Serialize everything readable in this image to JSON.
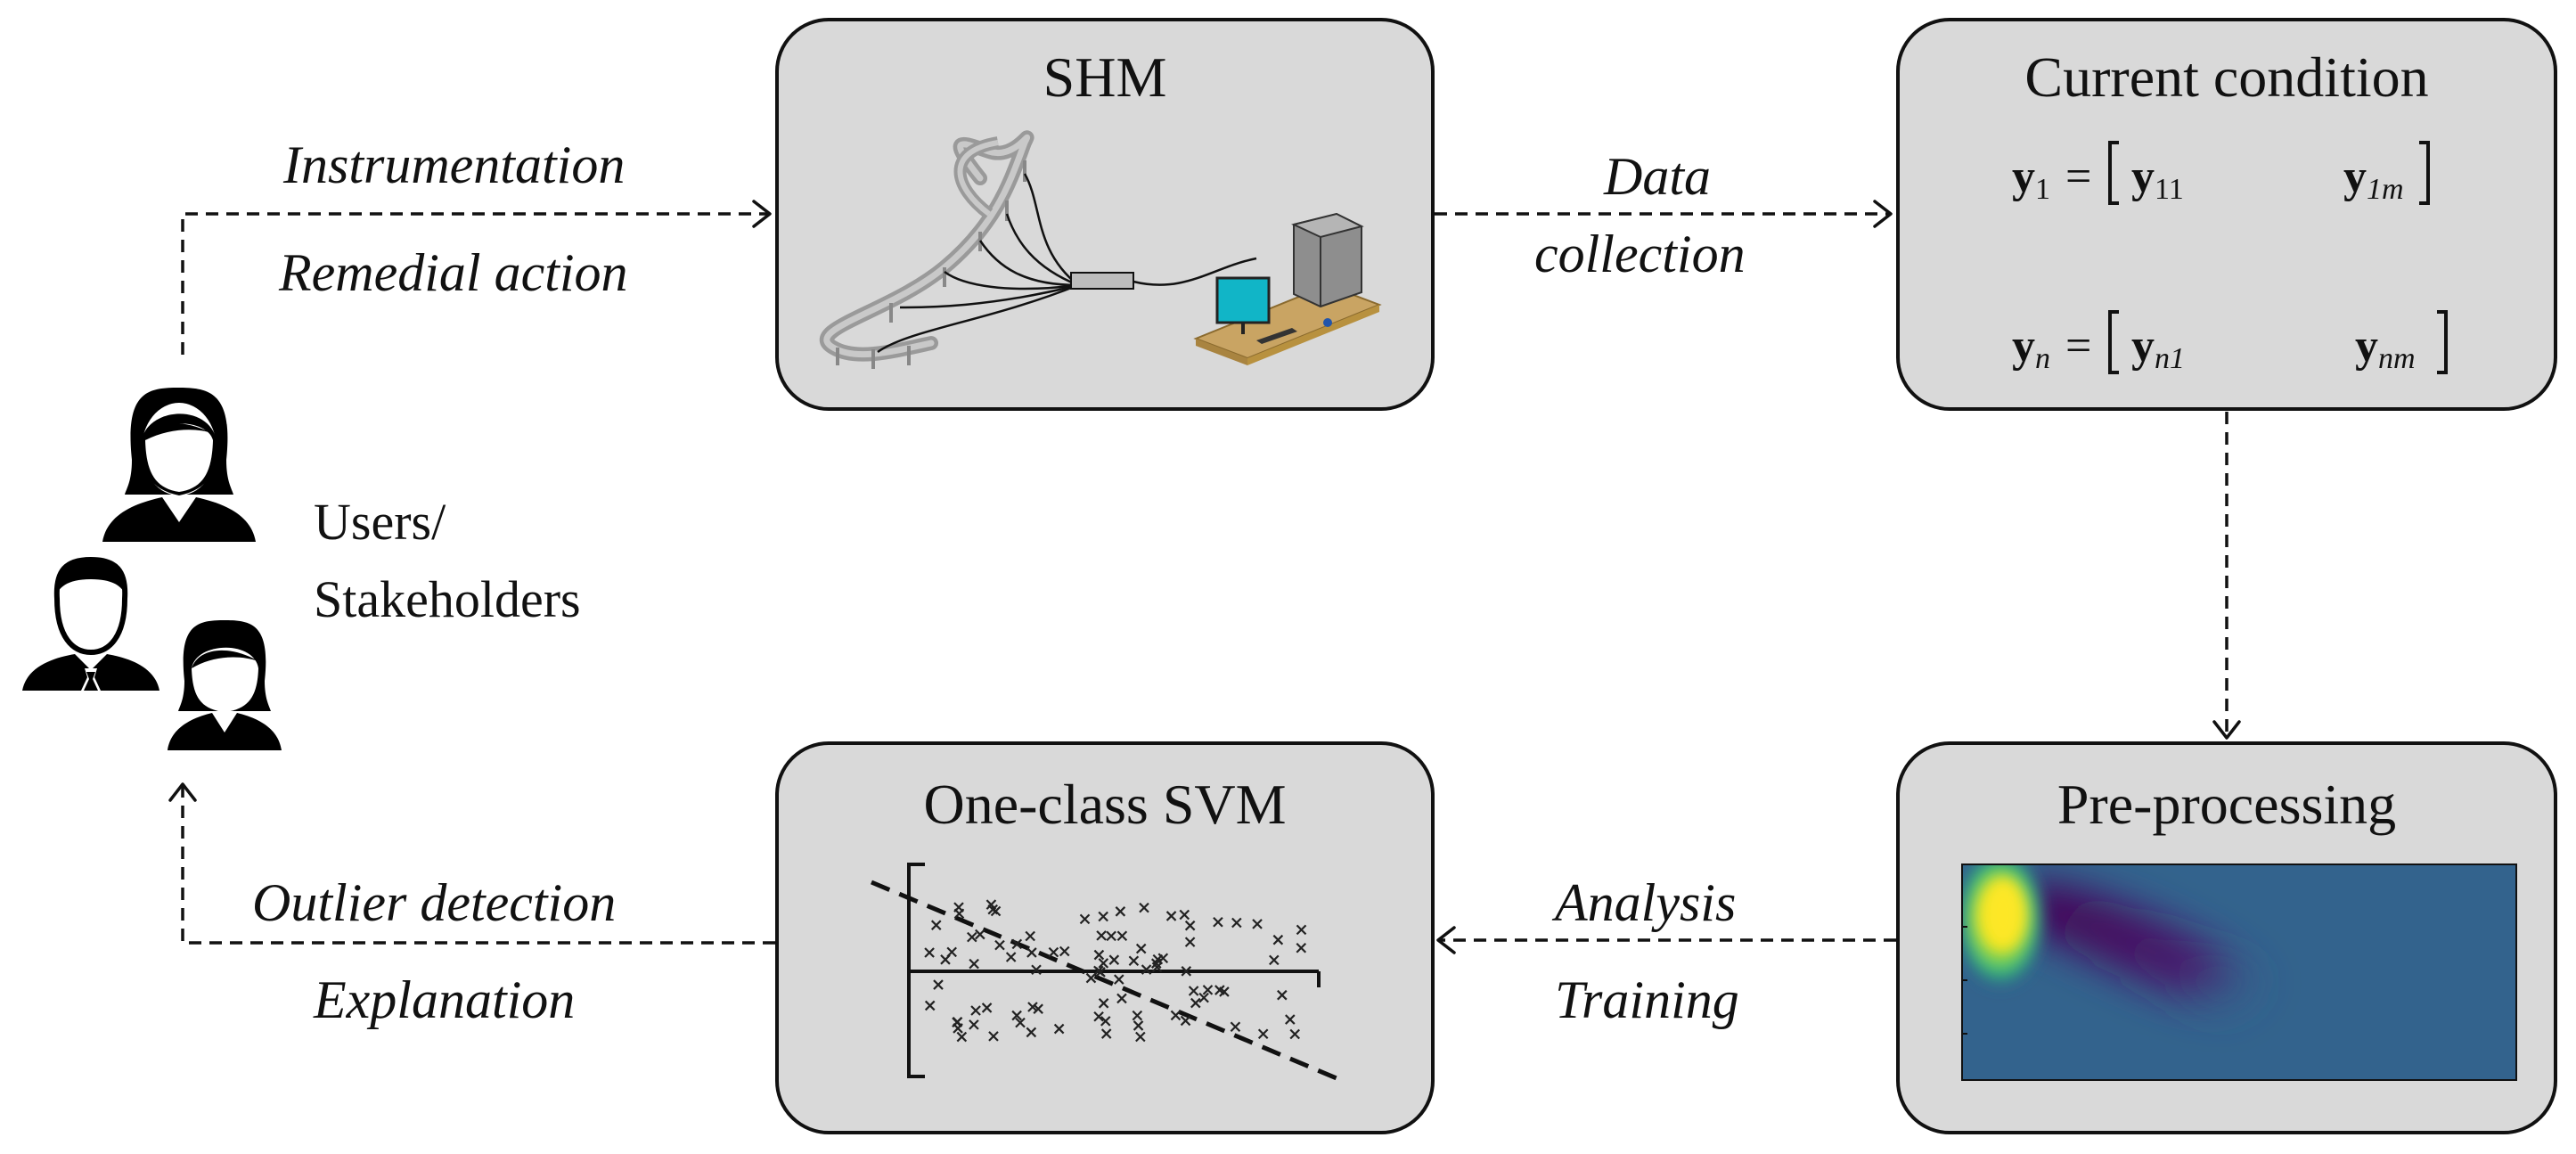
{
  "boxes": {
    "shm": {
      "title": "SHM"
    },
    "current": {
      "title": "Current condition"
    },
    "preprocessing": {
      "title": "Pre-processing"
    },
    "svm": {
      "title": "One-class SVM"
    }
  },
  "flows": {
    "instrumentation": "Instrumentation",
    "remedial_action": "Remedial action",
    "data": "Data",
    "collection": "collection",
    "analysis": "Analysis",
    "training": "Training",
    "outlier_detection": "Outlier detection",
    "explanation": "Explanation"
  },
  "users": {
    "line1": "Users/",
    "line2": "Stakeholders"
  },
  "equations": {
    "row1": {
      "lhs": "y",
      "lhs_sub": "1",
      "eq": "=",
      "first": "y",
      "first_sub": "11",
      "last": "y",
      "last_sub": "1m"
    },
    "rown": {
      "lhs": "y",
      "lhs_sub": "n",
      "eq": "=",
      "first": "y",
      "first_sub": "n1",
      "last": "y",
      "last_sub": "nm"
    }
  },
  "colors": {
    "box_fill": "#d9d9d9",
    "heatmap_bg": "#33638d",
    "heatmap_hot": "#fde725",
    "heatmap_mid": "#73d055",
    "heatmap_dark": "#440154",
    "monitor": "#11b5c7",
    "desk": "#c9a463"
  },
  "icons": [
    "person-female-icon",
    "person-male-icon",
    "bridge-icon",
    "computer-icon",
    "heatmap-icon",
    "scatter-plot-icon"
  ]
}
